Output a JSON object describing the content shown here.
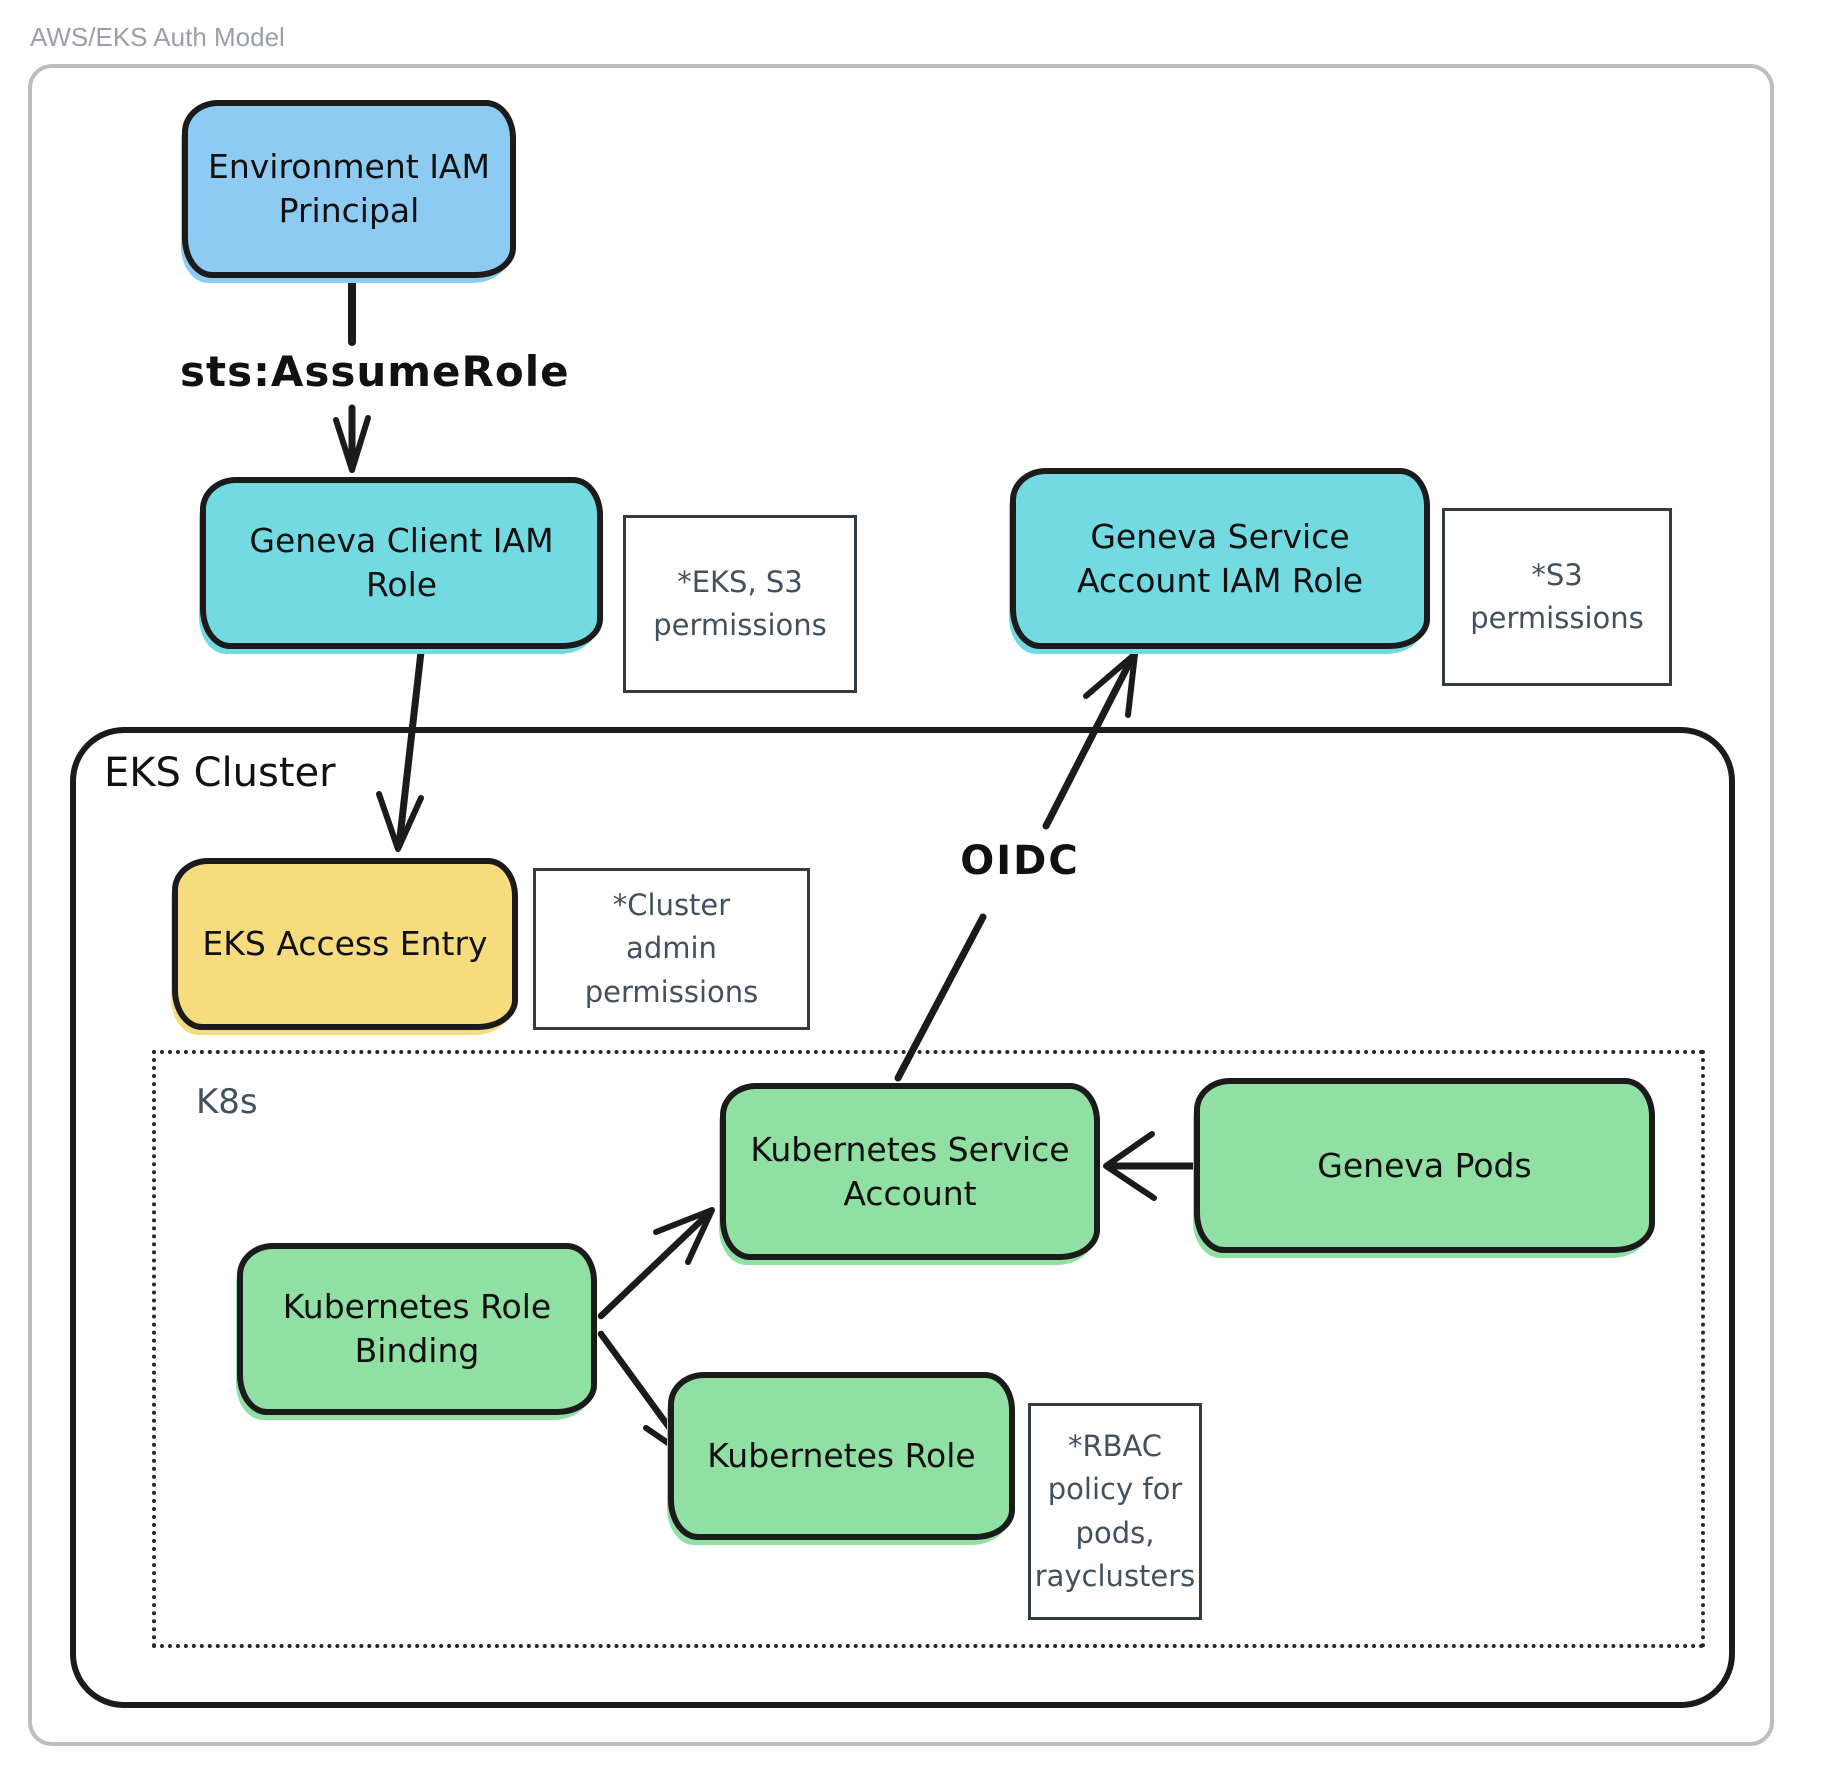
{
  "title": "AWS/EKS Auth Model",
  "colors": {
    "blue": "#8dcbf2",
    "cyan": "#73dae2",
    "yellow": "#f6dc7c",
    "green": "#90dfa3",
    "stroke": "#1b1b1b",
    "note_text": "#43505e",
    "title_gray": "#9aa0a6"
  },
  "containers": {
    "eks_cluster": {
      "label": "EKS Cluster"
    },
    "k8s": {
      "label": "K8s"
    }
  },
  "nodes": {
    "environment_iam_principal": {
      "label": "Environment IAM\nPrincipal",
      "color": "blue"
    },
    "geneva_client_iam_role": {
      "label": "Geneva Client IAM\nRole",
      "color": "cyan"
    },
    "geneva_service_account_iam_role": {
      "label": "Geneva Service\nAccount IAM Role",
      "color": "cyan"
    },
    "eks_access_entry": {
      "label": "EKS Access Entry",
      "color": "yellow"
    },
    "kubernetes_service_account": {
      "label": "Kubernetes Service\nAccount",
      "color": "green"
    },
    "geneva_pods": {
      "label": "Geneva Pods",
      "color": "green"
    },
    "kubernetes_role_binding": {
      "label": "Kubernetes Role\nBinding",
      "color": "green"
    },
    "kubernetes_role": {
      "label": "Kubernetes Role",
      "color": "green"
    }
  },
  "notes": {
    "eks_s3": {
      "text": "*EKS, S3\npermissions"
    },
    "s3": {
      "text": "*S3\npermissions"
    },
    "cluster_admin": {
      "text": "*Cluster\nadmin\npermissions"
    },
    "rbac": {
      "text": "*RBAC\npolicy for\npods,\nrayclusters"
    }
  },
  "edge_labels": {
    "sts": "sts:AssumeRole",
    "oidc": "OIDC"
  }
}
